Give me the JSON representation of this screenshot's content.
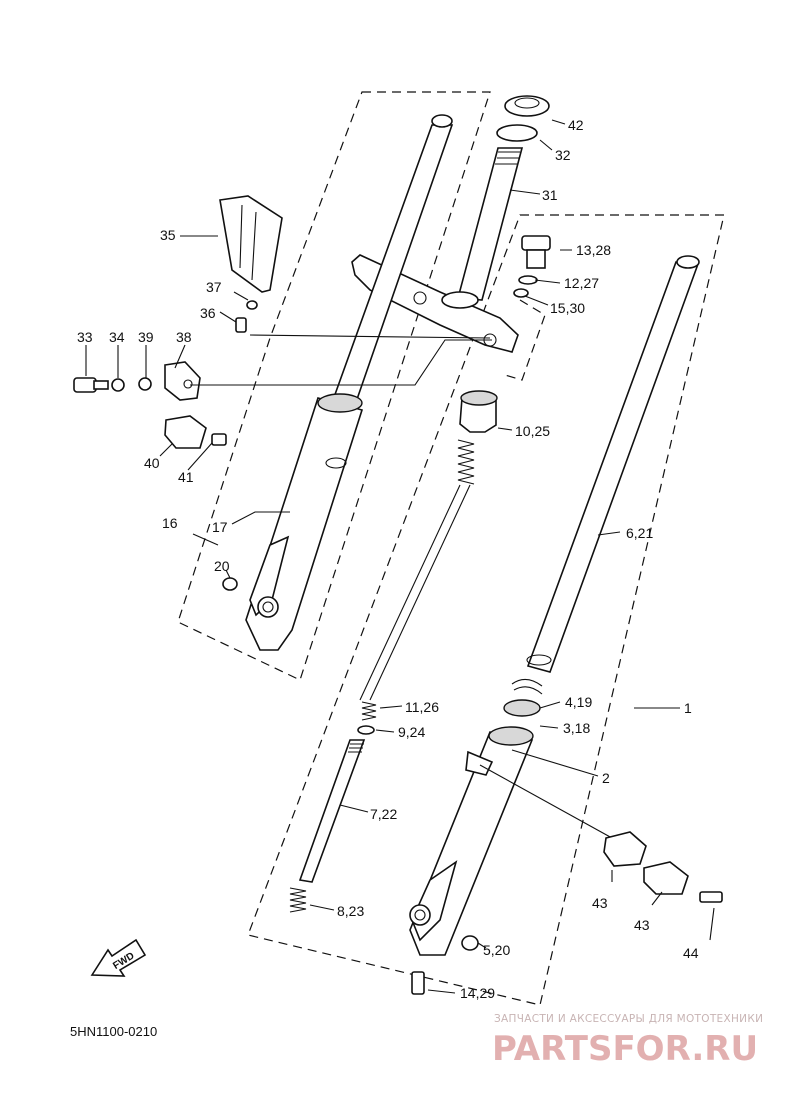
{
  "diagram": {
    "code": "5HN1100-0210",
    "fwd_label": "FWD",
    "watermark": {
      "top": "ЗАПЧАСТИ И АКСЕССУАРЫ ДЛЯ МОТОТЕХНИКИ",
      "brand": "PARTSFOR.RU"
    },
    "callouts": {
      "c1": "1",
      "c2": "2",
      "c3": "3,18",
      "c4": "4,19",
      "c5": "5,20",
      "c6": "6,21",
      "c7": "7,22",
      "c8": "8,23",
      "c9": "9,24",
      "c10": "10,25",
      "c11": "11,26",
      "c12": "12,27",
      "c13": "13,28",
      "c14": "14,29",
      "c15": "15,30",
      "c16": "16",
      "c17": "17",
      "c20": "20",
      "c31": "31",
      "c32": "32",
      "c33": "33",
      "c34": "34",
      "c35": "35",
      "c36": "36",
      "c37": "37",
      "c38": "38",
      "c39": "39",
      "c40": "40",
      "c41": "41",
      "c42": "42",
      "c43a": "43",
      "c43b": "43",
      "c44": "44"
    }
  }
}
